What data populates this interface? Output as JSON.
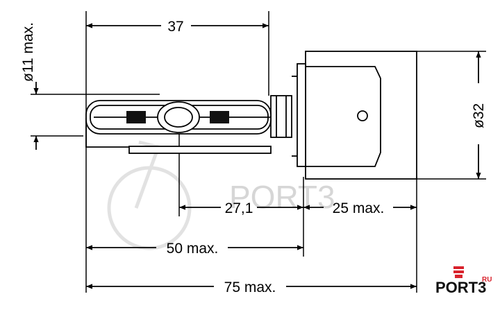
{
  "dimensions": {
    "top_length": "37",
    "diameter_small": "ø11 max.",
    "diameter_base": "ø32",
    "arc_offset": "27,1",
    "base_length": "25 max.",
    "mid_length": "50 max.",
    "overall_length": "75 max."
  },
  "watermark": {
    "text": "PORT3",
    "suffix": "RU"
  },
  "logo": {
    "text": "PORT3",
    "suffix": "RU",
    "icon": "piston-icon",
    "colors": {
      "red": "#d9232d",
      "dark": "#111111"
    }
  }
}
